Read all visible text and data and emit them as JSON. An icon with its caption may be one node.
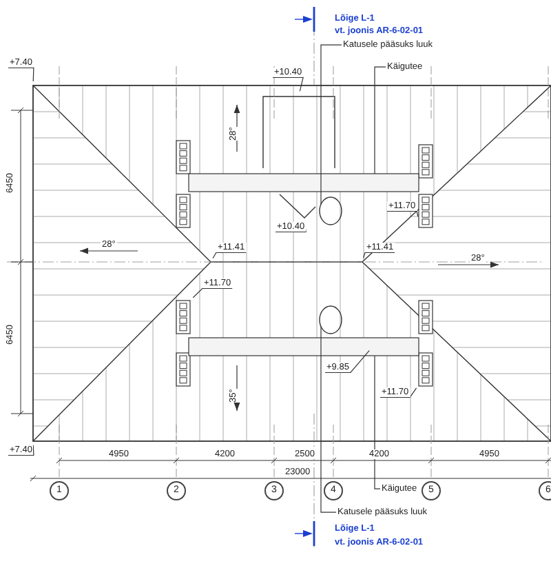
{
  "diagram": {
    "nodes": [
      {
        "text": [
          "Katusele pääsuks luuk"
        ]
      },
      {
        "text": [
          "Käigutee"
        ]
      },
      {
        "text": [],
        "shape": "circle"
      },
      {
        "text": [],
        "shape": "bar"
      },
      {
        "text": [],
        "shape": "circle"
      },
      {
        "text": [],
        "shape": "bar"
      },
      {
        "text": [
          "Käigutee"
        ]
      },
      {
        "text": [
          "Katusele pääsuks luuk"
        ]
      },
      {
        "text": [
          "+7.40"
        ]
      },
      {
        "text": [
          "+10.40"
        ]
      },
      {
        "text": [
          "+10.40"
        ]
      },
      {
        "text": [
          "+11.70"
        ]
      },
      {
        "text": [
          "+11.41"
        ]
      },
      {
        "text": [
          "+11.41"
        ]
      },
      {
        "text": [
          "+11.70"
        ]
      },
      {
        "text": [
          "+9.85"
        ]
      },
      {
        "text": [
          "+11.70"
        ]
      },
      {
        "text": [
          "+7.40"
        ]
      },
      {
        "text": [
          "1"
        ]
      },
      {
        "text": [
          "2"
        ]
      },
      {
        "text": [
          "3"
        ]
      },
      {
        "text": [
          "4"
        ]
      },
      {
        "text": [
          "5"
        ]
      },
      {
        "text": [
          "6"
        ]
      }
    ],
    "edges": [
      {
        "from": 0,
        "to": 2,
        "arrow": "none"
      },
      {
        "from": 1,
        "to": 3,
        "arrow": "none"
      },
      {
        "from": 6,
        "to": 5,
        "arrow": "none"
      },
      {
        "from": 7,
        "to": 4,
        "arrow": "none"
      },
      {
        "from": 8,
        "to": null,
        "arrow": "none"
      },
      {
        "from": 9,
        "to": null,
        "arrow": "none"
      },
      {
        "from": 10,
        "to": null,
        "arrow": "none"
      },
      {
        "from": 11,
        "to": null,
        "arrow": "none"
      },
      {
        "from": 12,
        "to": null,
        "arrow": "none"
      },
      {
        "from": 13,
        "to": null,
        "arrow": "none"
      },
      {
        "from": 14,
        "to": null,
        "arrow": "none"
      },
      {
        "from": 15,
        "to": 5,
        "arrow": "none"
      },
      {
        "from": 16,
        "to": null,
        "arrow": "none"
      },
      {
        "from": 17,
        "to": null,
        "arrow": "none"
      }
    ],
    "labels": [
      "Lõige L-1",
      "vt. joonis AR-6-02-01",
      "28°",
      "6450",
      "28°",
      "28°",
      "6450",
      "35°",
      "4950",
      "4200",
      "2500",
      "4200",
      "4950",
      "23000",
      "Lõige L-1",
      "vt. joonis AR-6-02-01"
    ]
  }
}
